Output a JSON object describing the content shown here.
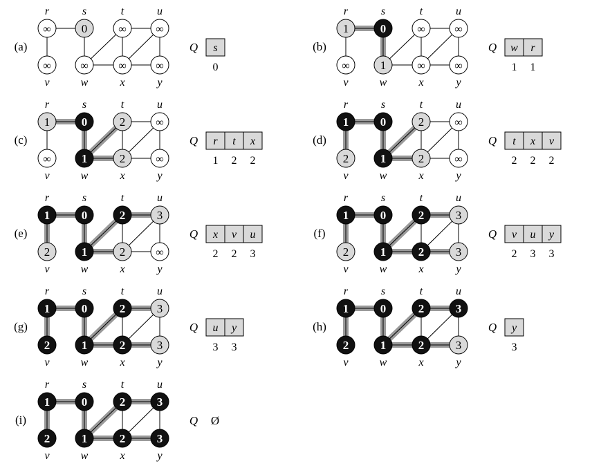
{
  "colors": {
    "white": "#ffffff",
    "gray": "#d9d9d9",
    "black": "#111111",
    "tree_edge": "#9a9a9a"
  },
  "queue_label": "Q",
  "edges": [
    [
      "r",
      "s"
    ],
    [
      "r",
      "v"
    ],
    [
      "s",
      "w"
    ],
    [
      "w",
      "t"
    ],
    [
      "w",
      "x"
    ],
    [
      "t",
      "x"
    ],
    [
      "t",
      "u"
    ],
    [
      "x",
      "u"
    ],
    [
      "x",
      "y"
    ],
    [
      "u",
      "y"
    ]
  ],
  "panels": [
    {
      "label": "(a)",
      "nodes": {
        "r": [
          "white",
          "∞"
        ],
        "s": [
          "gray",
          "0"
        ],
        "t": [
          "white",
          "∞"
        ],
        "u": [
          "white",
          "∞"
        ],
        "v": [
          "white",
          "∞"
        ],
        "w": [
          "white",
          "∞"
        ],
        "x": [
          "white",
          "∞"
        ],
        "y": [
          "white",
          "∞"
        ]
      },
      "tree": [],
      "queue": [
        "s"
      ],
      "queue_values": [
        "0"
      ]
    },
    {
      "label": "(b)",
      "nodes": {
        "r": [
          "gray",
          "1"
        ],
        "s": [
          "black",
          "0"
        ],
        "t": [
          "white",
          "∞"
        ],
        "u": [
          "white",
          "∞"
        ],
        "v": [
          "white",
          "∞"
        ],
        "w": [
          "gray",
          "1"
        ],
        "x": [
          "white",
          "∞"
        ],
        "y": [
          "white",
          "∞"
        ]
      },
      "tree": [
        [
          "r",
          "s"
        ],
        [
          "s",
          "w"
        ]
      ],
      "queue": [
        "w",
        "r"
      ],
      "queue_values": [
        "1",
        "1"
      ]
    },
    {
      "label": "(c)",
      "nodes": {
        "r": [
          "gray",
          "1"
        ],
        "s": [
          "black",
          "0"
        ],
        "t": [
          "gray",
          "2"
        ],
        "u": [
          "white",
          "∞"
        ],
        "v": [
          "white",
          "∞"
        ],
        "w": [
          "black",
          "1"
        ],
        "x": [
          "gray",
          "2"
        ],
        "y": [
          "white",
          "∞"
        ]
      },
      "tree": [
        [
          "r",
          "s"
        ],
        [
          "s",
          "w"
        ],
        [
          "w",
          "t"
        ],
        [
          "w",
          "x"
        ]
      ],
      "queue": [
        "r",
        "t",
        "x"
      ],
      "queue_values": [
        "1",
        "2",
        "2"
      ]
    },
    {
      "label": "(d)",
      "nodes": {
        "r": [
          "black",
          "1"
        ],
        "s": [
          "black",
          "0"
        ],
        "t": [
          "gray",
          "2"
        ],
        "u": [
          "white",
          "∞"
        ],
        "v": [
          "gray",
          "2"
        ],
        "w": [
          "black",
          "1"
        ],
        "x": [
          "gray",
          "2"
        ],
        "y": [
          "white",
          "∞"
        ]
      },
      "tree": [
        [
          "r",
          "s"
        ],
        [
          "s",
          "w"
        ],
        [
          "w",
          "t"
        ],
        [
          "w",
          "x"
        ],
        [
          "r",
          "v"
        ]
      ],
      "queue": [
        "t",
        "x",
        "v"
      ],
      "queue_values": [
        "2",
        "2",
        "2"
      ]
    },
    {
      "label": "(e)",
      "nodes": {
        "r": [
          "black",
          "1"
        ],
        "s": [
          "black",
          "0"
        ],
        "t": [
          "black",
          "2"
        ],
        "u": [
          "gray",
          "3"
        ],
        "v": [
          "gray",
          "2"
        ],
        "w": [
          "black",
          "1"
        ],
        "x": [
          "gray",
          "2"
        ],
        "y": [
          "white",
          "∞"
        ]
      },
      "tree": [
        [
          "r",
          "s"
        ],
        [
          "s",
          "w"
        ],
        [
          "w",
          "t"
        ],
        [
          "w",
          "x"
        ],
        [
          "r",
          "v"
        ],
        [
          "t",
          "u"
        ]
      ],
      "queue": [
        "x",
        "v",
        "u"
      ],
      "queue_values": [
        "2",
        "2",
        "3"
      ]
    },
    {
      "label": "(f)",
      "nodes": {
        "r": [
          "black",
          "1"
        ],
        "s": [
          "black",
          "0"
        ],
        "t": [
          "black",
          "2"
        ],
        "u": [
          "gray",
          "3"
        ],
        "v": [
          "gray",
          "2"
        ],
        "w": [
          "black",
          "1"
        ],
        "x": [
          "black",
          "2"
        ],
        "y": [
          "gray",
          "3"
        ]
      },
      "tree": [
        [
          "r",
          "s"
        ],
        [
          "s",
          "w"
        ],
        [
          "w",
          "t"
        ],
        [
          "w",
          "x"
        ],
        [
          "r",
          "v"
        ],
        [
          "t",
          "u"
        ],
        [
          "x",
          "y"
        ]
      ],
      "queue": [
        "v",
        "u",
        "y"
      ],
      "queue_values": [
        "2",
        "3",
        "3"
      ]
    },
    {
      "label": "(g)",
      "nodes": {
        "r": [
          "black",
          "1"
        ],
        "s": [
          "black",
          "0"
        ],
        "t": [
          "black",
          "2"
        ],
        "u": [
          "gray",
          "3"
        ],
        "v": [
          "black",
          "2"
        ],
        "w": [
          "black",
          "1"
        ],
        "x": [
          "black",
          "2"
        ],
        "y": [
          "gray",
          "3"
        ]
      },
      "tree": [
        [
          "r",
          "s"
        ],
        [
          "s",
          "w"
        ],
        [
          "w",
          "t"
        ],
        [
          "w",
          "x"
        ],
        [
          "r",
          "v"
        ],
        [
          "t",
          "u"
        ],
        [
          "x",
          "y"
        ]
      ],
      "queue": [
        "u",
        "y"
      ],
      "queue_values": [
        "3",
        "3"
      ]
    },
    {
      "label": "(h)",
      "nodes": {
        "r": [
          "black",
          "1"
        ],
        "s": [
          "black",
          "0"
        ],
        "t": [
          "black",
          "2"
        ],
        "u": [
          "black",
          "3"
        ],
        "v": [
          "black",
          "2"
        ],
        "w": [
          "black",
          "1"
        ],
        "x": [
          "black",
          "2"
        ],
        "y": [
          "gray",
          "3"
        ]
      },
      "tree": [
        [
          "r",
          "s"
        ],
        [
          "s",
          "w"
        ],
        [
          "w",
          "t"
        ],
        [
          "w",
          "x"
        ],
        [
          "r",
          "v"
        ],
        [
          "t",
          "u"
        ],
        [
          "x",
          "y"
        ]
      ],
      "queue": [
        "y"
      ],
      "queue_values": [
        "3"
      ]
    },
    {
      "label": "(i)",
      "nodes": {
        "r": [
          "black",
          "1"
        ],
        "s": [
          "black",
          "0"
        ],
        "t": [
          "black",
          "2"
        ],
        "u": [
          "black",
          "3"
        ],
        "v": [
          "black",
          "2"
        ],
        "w": [
          "black",
          "1"
        ],
        "x": [
          "black",
          "2"
        ],
        "y": [
          "black",
          "3"
        ]
      },
      "tree": [
        [
          "r",
          "s"
        ],
        [
          "s",
          "w"
        ],
        [
          "w",
          "t"
        ],
        [
          "w",
          "x"
        ],
        [
          "r",
          "v"
        ],
        [
          "t",
          "u"
        ],
        [
          "x",
          "y"
        ]
      ],
      "queue": [],
      "queue_values": [],
      "queue_empty": "Ø"
    }
  ]
}
